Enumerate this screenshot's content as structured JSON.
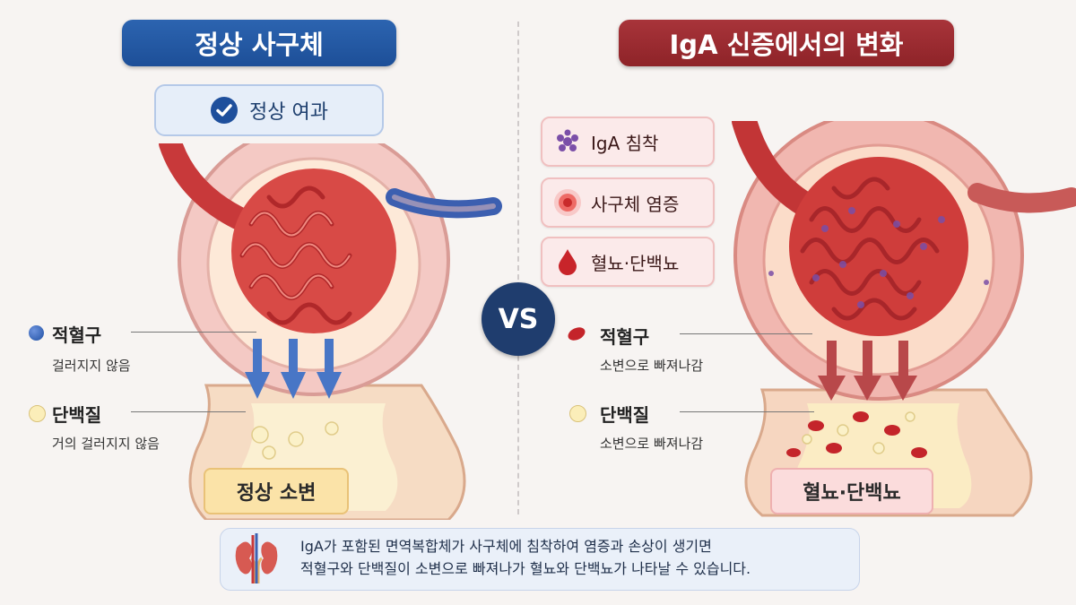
{
  "left": {
    "title": "정상 사구체",
    "status": "정상 여과",
    "rbc": {
      "label": "적혈구",
      "desc": "걸러지지 않음"
    },
    "protein": {
      "label": "단백질",
      "desc": "거의 걸러지지 않음"
    },
    "result": "정상 소변"
  },
  "right": {
    "title": "IgA 신증에서의 변화",
    "tags": [
      "IgA 침착",
      "사구체 염증",
      "혈뇨·단백뇨"
    ],
    "rbc": {
      "label": "적혈구",
      "desc": "소변으로 빠져나감"
    },
    "protein": {
      "label": "단백질",
      "desc": "소변으로 빠져나감"
    },
    "result": "혈뇨·단백뇨"
  },
  "vs": "VS",
  "note": {
    "line1": "IgA가 포함된 면역복합체가 사구체에 침착하여 염증과 손상이 생기면",
    "line2": "적혈구와 단백질이 소변으로 빠져나가 혈뇨와 단백뇨가 나타날 수 있습니다."
  },
  "icons": {
    "check": "check-circle-icon",
    "iga": "iga-cluster-icon",
    "inflammation": "inflammation-icon",
    "blood": "blood-drop-icon",
    "kidney": "kidney-icon"
  },
  "colors": {
    "blue_title": "#1d4f98",
    "red_title": "#8e2328",
    "vs_circle": "#1f3d6e",
    "normal_urine": "#fbe3a8",
    "abnormal_urine": "#fbdcdc"
  }
}
